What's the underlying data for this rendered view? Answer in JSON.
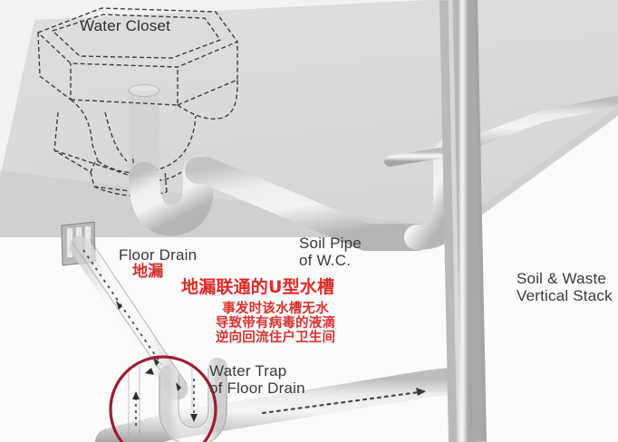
{
  "diagram": {
    "title": "Plumbing drainage schematic: water closet, floor drain and soil & waste vertical stack",
    "background_color": "#f2f2f2",
    "floor_plane_color": "#dcdcdc",
    "pipe_color": "#d2d2d2",
    "accent_red": "#d92b2b",
    "ink_color": "#3a3a3a"
  },
  "labels": {
    "water_closet": "Water Closet",
    "floor_drain": "Floor Drain",
    "floor_drain_cn": "地漏",
    "soil_pipe": "Soil Pipe\nof W.C.",
    "vertical_stack": "Soil & Waste\nVertical Stack",
    "water_trap": "Water Trap\nof Floor Drain"
  },
  "annotation": {
    "heading_cn": "地漏联通的U型水槽",
    "body_cn": "事发时该水槽无水\n导致带有病毒的液滴\n逆向回流住户卫生间",
    "body_lines": [
      "事发时该水槽无水",
      "导致带有病毒的液滴",
      "逆向回流住户卫生间"
    ],
    "highlight_shape": "circle",
    "highlight_color": "#9e1b32"
  },
  "components": [
    {
      "name": "water-closet",
      "type": "fixture",
      "render": "dashed-outline"
    },
    {
      "name": "soil-pipe",
      "type": "pipe",
      "render": "solid-grey"
    },
    {
      "name": "floor-drain-grate",
      "type": "grate",
      "render": "slotted"
    },
    {
      "name": "floor-drain-branch",
      "type": "pipe",
      "render": "transparent"
    },
    {
      "name": "u-trap",
      "type": "trap",
      "render": "transparent"
    },
    {
      "name": "horizontal-drain",
      "type": "pipe",
      "render": "solid-grey"
    },
    {
      "name": "vertical-stack",
      "type": "pipe",
      "render": "solid-grey"
    }
  ],
  "flow_arrows": [
    {
      "on": "floor-drain-branch",
      "direction": "down-right"
    },
    {
      "on": "u-trap",
      "direction": "up-then-down"
    },
    {
      "on": "horizontal-drain",
      "direction": "right"
    }
  ]
}
